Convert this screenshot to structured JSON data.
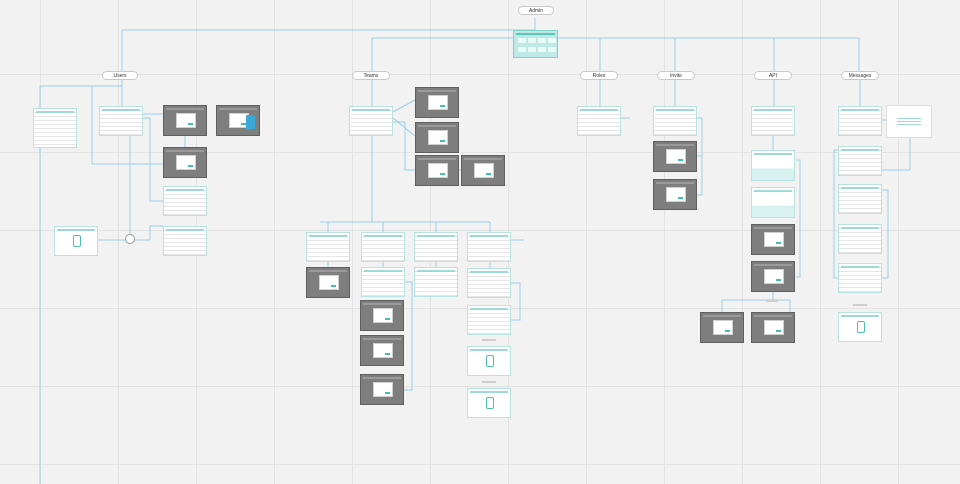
{
  "canvas": {
    "background": "#f2f2f2",
    "grid_color": "#e3e3e3"
  },
  "colors": {
    "teal": "#3fbfb0",
    "line": "#9ccde8",
    "modal": "#7e7e7e"
  },
  "root": {
    "label": "Admin"
  },
  "sections": [
    {
      "id": "users",
      "label": "Users"
    },
    {
      "id": "teams",
      "label": "Teams"
    },
    {
      "id": "roles",
      "label": "Roles"
    },
    {
      "id": "invite",
      "label": "Invite"
    },
    {
      "id": "api",
      "label": "API"
    },
    {
      "id": "messages",
      "label": "Messages"
    }
  ]
}
